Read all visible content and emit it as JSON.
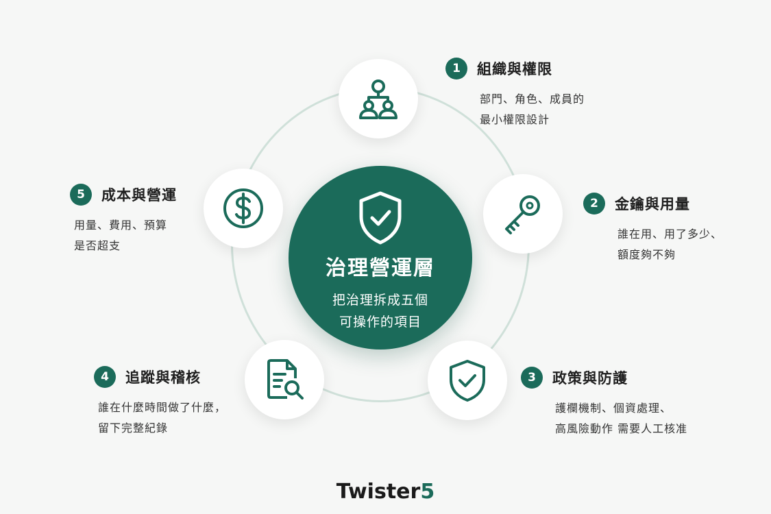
{
  "center": {
    "title": "治理營運層",
    "subtitle_line1": "把治理拆成五個",
    "subtitle_line2": "可操作的項目",
    "icon": "shield-check-icon"
  },
  "items": [
    {
      "number": "1",
      "title": "組織與權限",
      "desc_line1": "部門、角色、成員的",
      "desc_line2": "最小權限設計",
      "icon": "people-org-icon"
    },
    {
      "number": "2",
      "title": "金鑰與用量",
      "desc_line1": "誰在用、用了多少、",
      "desc_line2": "額度夠不夠",
      "icon": "key-icon"
    },
    {
      "number": "3",
      "title": "政策與防護",
      "desc_line1": "護欄機制、個資處理、",
      "desc_line2": "高風險動作 需要人工核准",
      "icon": "shield-check-icon"
    },
    {
      "number": "4",
      "title": "追蹤與稽核",
      "desc_line1": "誰在什麼時間做了什麼，",
      "desc_line2": "留下完整紀錄",
      "icon": "document-search-icon"
    },
    {
      "number": "5",
      "title": "成本與營運",
      "desc_line1": "用量、費用、預算",
      "desc_line2": "是否超支",
      "icon": "dollar-icon"
    }
  ],
  "logo": {
    "main": "Twister",
    "accent": "5"
  },
  "colors": {
    "primary": "#1b6b5a",
    "ring": "#cfe0d9",
    "background": "#f6f7f6"
  }
}
